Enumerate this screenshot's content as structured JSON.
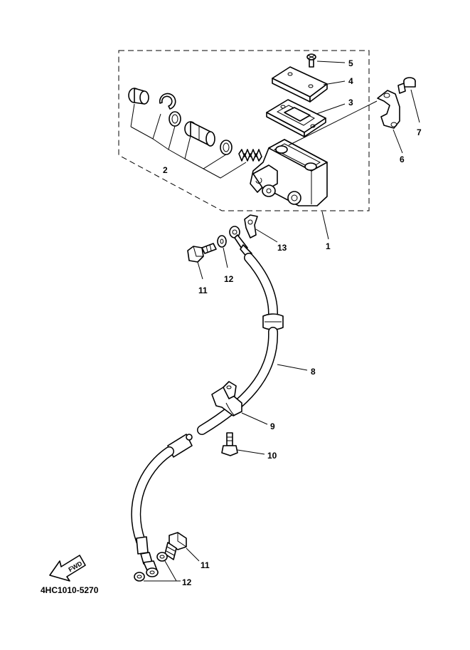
{
  "callouts": {
    "c1": "1",
    "c2": "2",
    "c3": "3",
    "c4": "4",
    "c5": "5",
    "c6": "6",
    "c7": "7",
    "c8": "8",
    "c9": "9",
    "c10": "10",
    "c11a": "11",
    "c11b": "11",
    "c12a": "12",
    "c12b": "12",
    "c13": "13"
  },
  "fwd_label": "FWD",
  "diagram_code": "4HC1010-5270"
}
